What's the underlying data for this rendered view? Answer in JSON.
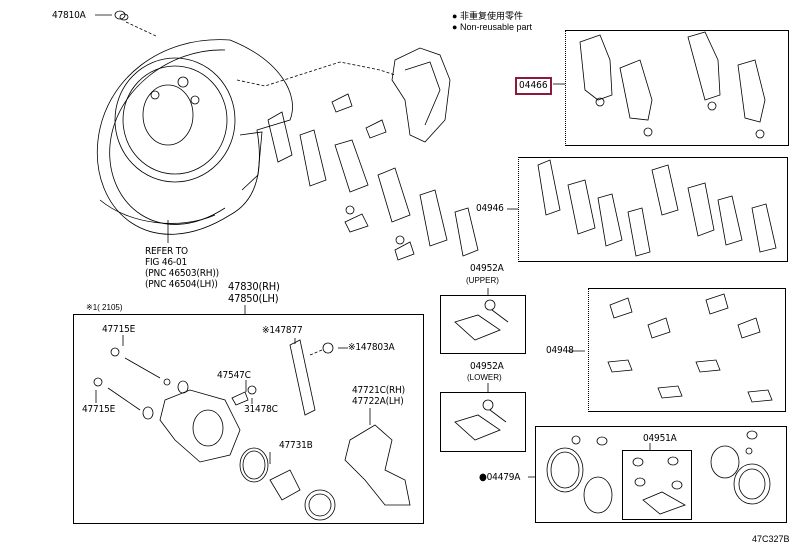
{
  "legend": {
    "items": [
      {
        "symbol": "bullet",
        "text": "非重复使用零件"
      },
      {
        "symbol": "bullet",
        "text": "Non-reusable part"
      }
    ]
  },
  "diagram_code": "47C327B",
  "highlight_color": "#8b1a3c",
  "parts": {
    "p47810A": "47810A",
    "refer_to": [
      "REFER TO",
      "FIG 46-01",
      "(PNC 46503(RH))",
      "(PNC 46504(LH))"
    ],
    "p47830": "47830(RH)",
    "p47850": "47850(LH)",
    "note_mark": "※1(      2105)",
    "p47715E_top": "47715E",
    "p47715E_bottom": "47715E",
    "p147877": "※147877",
    "p147803A": "※147803A",
    "p47547C": "47547C",
    "p31478C": "31478C",
    "p47731B": "47731B",
    "p47721C": "47721C(RH)",
    "p47722A": "47722A(LH)",
    "p04466": "04466",
    "p04946": "04946",
    "p04952A_upper": "04952A",
    "upper": "(UPPER)",
    "p04952A_lower": "04952A",
    "lower": "(LOWER)",
    "p04948": "04948",
    "p04951A": "04951A",
    "p04479A": "04479A"
  }
}
